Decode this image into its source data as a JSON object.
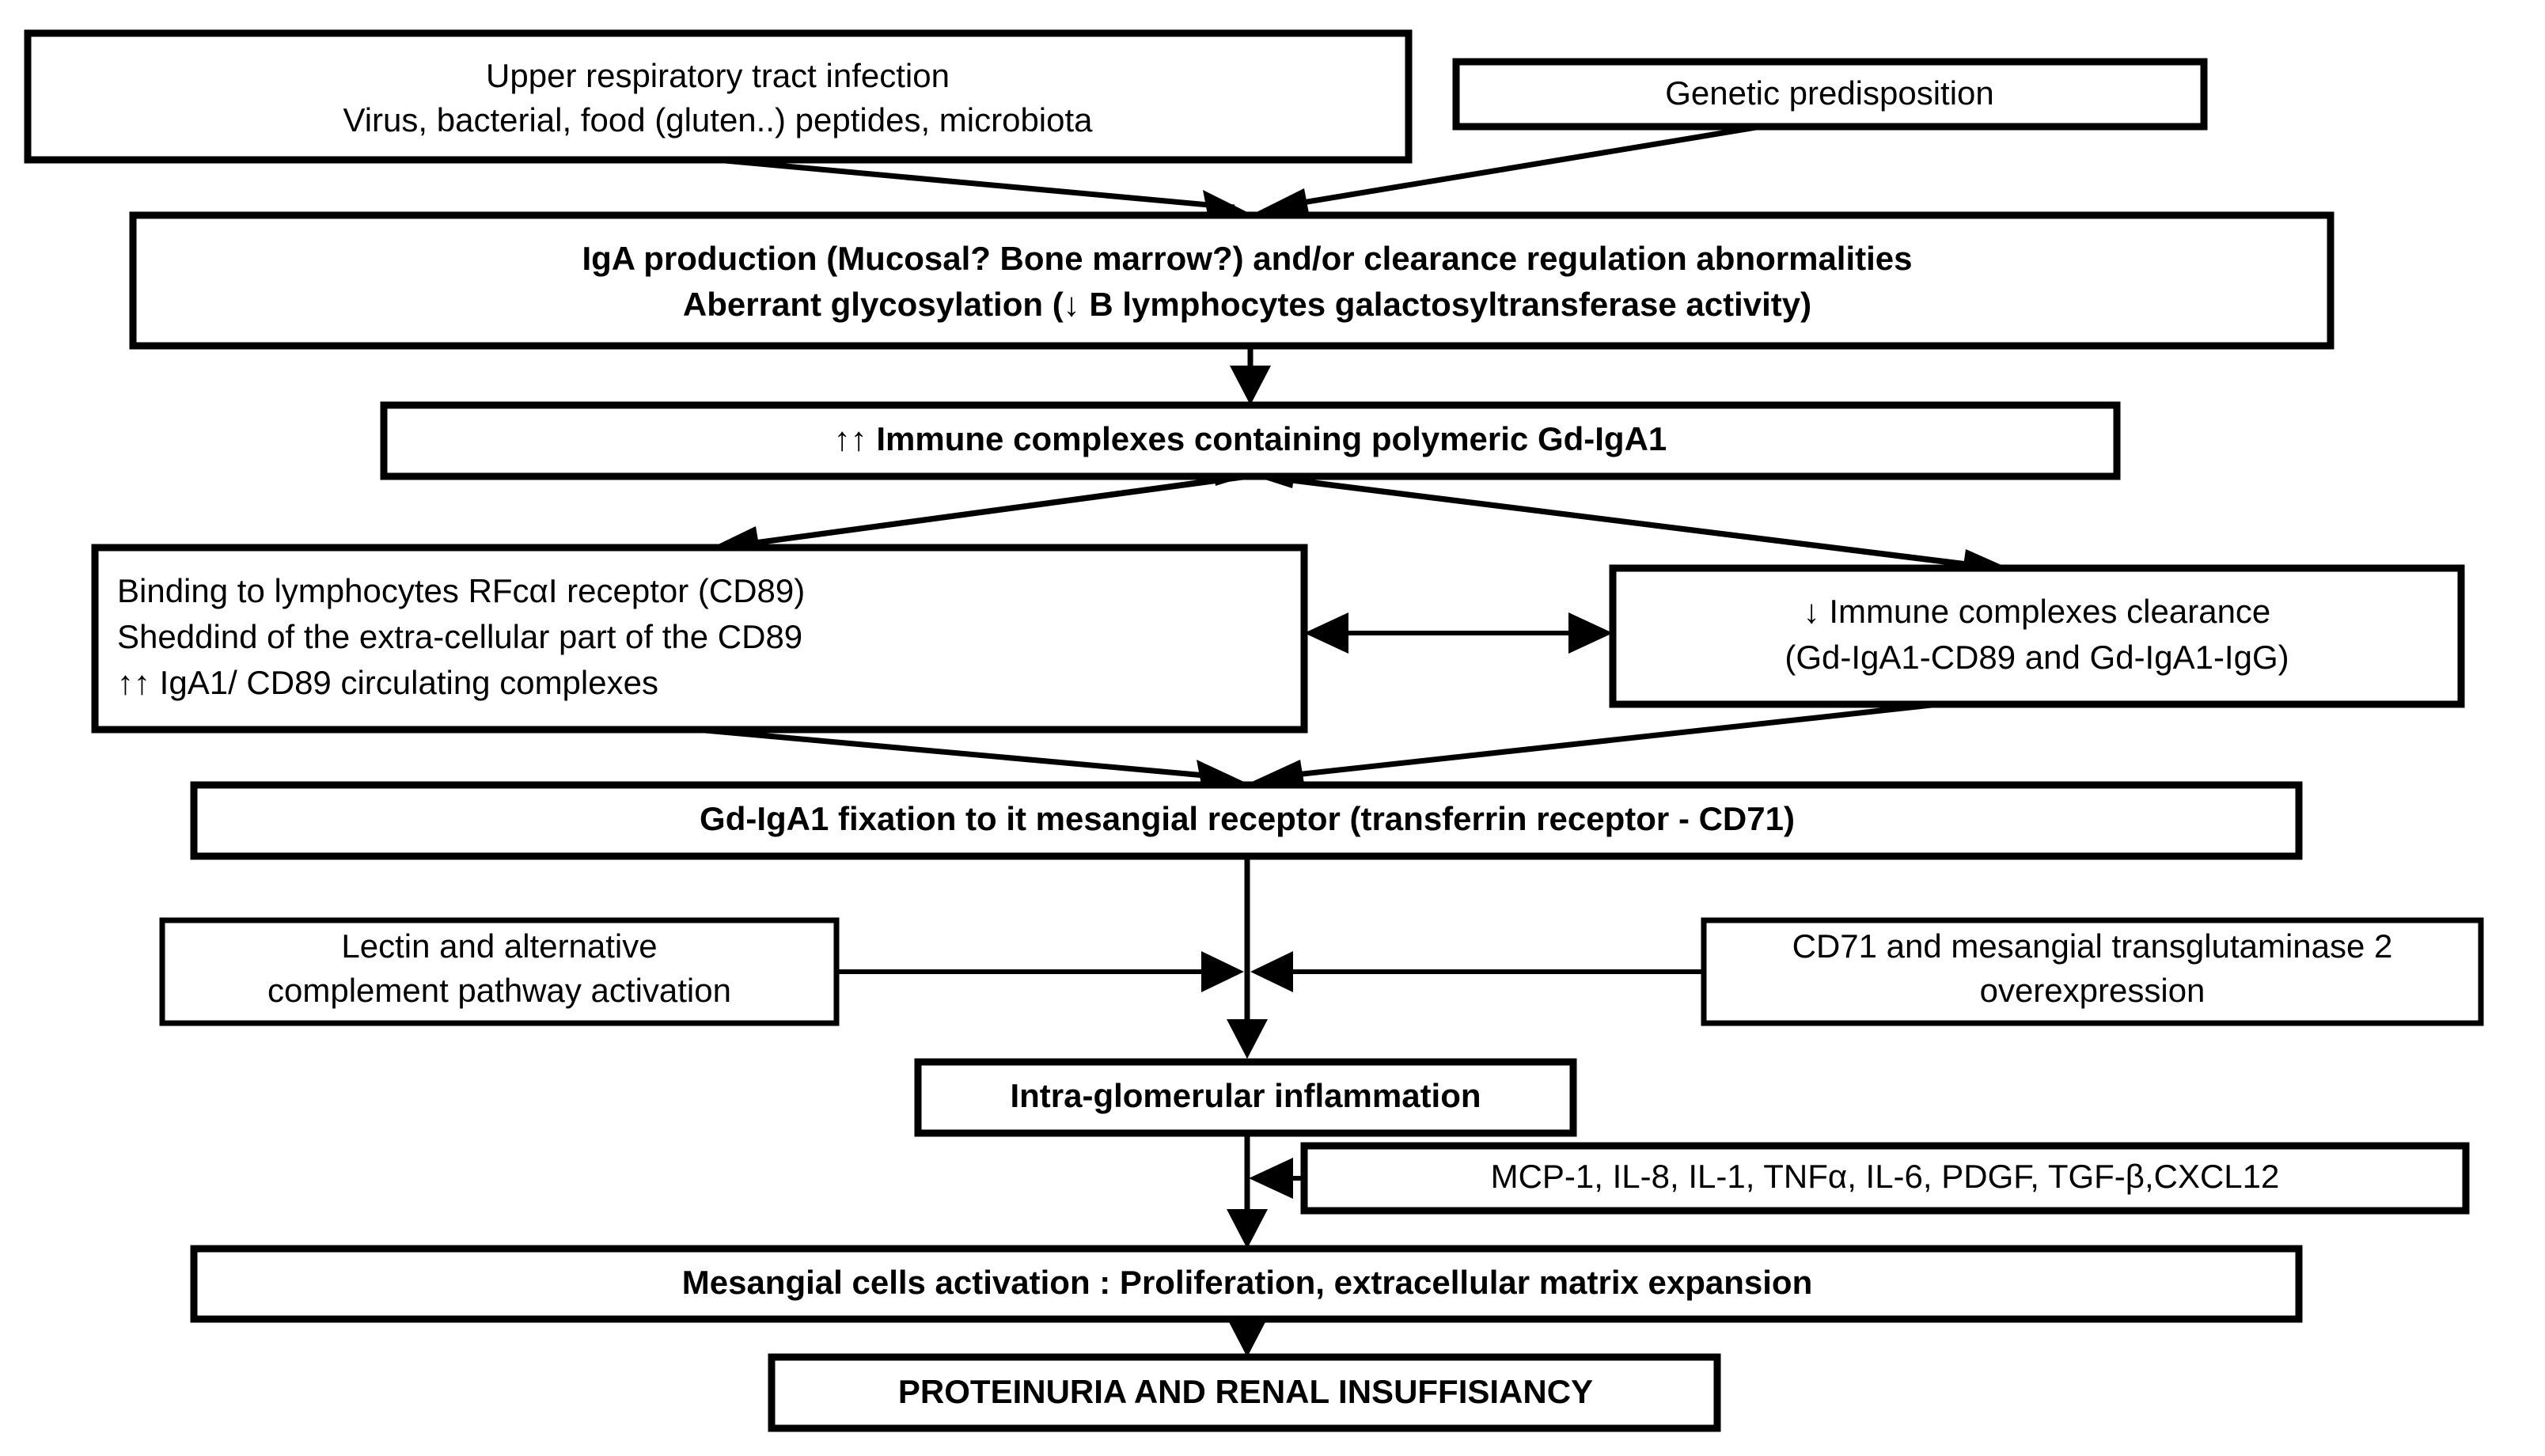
{
  "diagram": {
    "title": "IgA nephropathy pathophysiology flowchart",
    "colors": {
      "background": "#ffffff",
      "stroke": "#000000",
      "text": "#000000"
    },
    "nodes": [
      {
        "id": "urti",
        "name": "upper-respiratory-tract-infection-box",
        "bold": false,
        "lines": [
          "Upper respiratory tract infection",
          "Virus, bacterial, food (gluten..) peptides, microbiota"
        ]
      },
      {
        "id": "genetic",
        "name": "genetic-predisposition-box",
        "bold": false,
        "lines": [
          "Genetic predisposition"
        ]
      },
      {
        "id": "iga-production",
        "name": "iga-production-box",
        "bold": true,
        "lines": [
          "IgA production (Mucosal? Bone marrow?) and/or clearance regulation abnormalities",
          "Aberrant glycosylation (↓ B lymphocytes galactosyltransferase activity)"
        ]
      },
      {
        "id": "immune-complexes",
        "name": "immune-complexes-box",
        "bold": true,
        "lines": [
          "↑↑ Immune complexes containing polymeric Gd-IgA1"
        ]
      },
      {
        "id": "binding-cd89",
        "name": "binding-cd89-box",
        "bold": false,
        "align": "left",
        "lines": [
          "Binding to lymphocytes RFcαI receptor (CD89)",
          "Sheddind of the extra-cellular part of the CD89",
          "↑↑ IgA1/ CD89 circulating complexes"
        ]
      },
      {
        "id": "clearance",
        "name": "immune-complexes-clearance-box",
        "bold": false,
        "lines": [
          "↓   Immune complexes clearance",
          "(Gd-IgA1-CD89 and Gd-IgA1-IgG)"
        ]
      },
      {
        "id": "fixation",
        "name": "gd-iga1-fixation-box",
        "bold": true,
        "lines": [
          "Gd-IgA1 fixation to it mesangial receptor (transferrin receptor - CD71)"
        ]
      },
      {
        "id": "lectin",
        "name": "lectin-complement-pathway-box",
        "bold": false,
        "lines": [
          "Lectin and alternative",
          "complement pathway activation"
        ]
      },
      {
        "id": "cd71-tg2",
        "name": "cd71-transglutaminase-box",
        "bold": false,
        "lines": [
          "CD71 and mesangial transglutaminase 2",
          "overexpression"
        ]
      },
      {
        "id": "inflammation",
        "name": "intra-glomerular-inflammation-box",
        "bold": true,
        "lines": [
          "Intra-glomerular inflammation"
        ]
      },
      {
        "id": "cytokines",
        "name": "cytokines-list-box",
        "bold": false,
        "lines": [
          "MCP-1, IL-8, IL-1, TNFα, IL-6, PDGF, TGF-β,CXCL12"
        ]
      },
      {
        "id": "mesangial",
        "name": "mesangial-cells-activation-box",
        "bold": true,
        "lines": [
          "Mesangial cells activation : Proliferation, extracellular matrix expansion"
        ]
      },
      {
        "id": "outcome",
        "name": "proteinuria-renal-insufficiancy-box",
        "bold": true,
        "lines": [
          "PROTEINURIA AND RENAL INSUFFISIANCY"
        ]
      }
    ],
    "edges": [
      {
        "name": "edge-urti-to-iga-production",
        "from": "urti",
        "to": "iga-production"
      },
      {
        "name": "edge-genetic-to-iga-production",
        "from": "genetic",
        "to": "iga-production"
      },
      {
        "name": "edge-iga-production-to-immune-complexes",
        "from": "iga-production",
        "to": "immune-complexes"
      },
      {
        "name": "edge-immune-complexes-to-binding-cd89",
        "from": "immune-complexes",
        "to": "binding-cd89"
      },
      {
        "name": "edge-immune-complexes-to-clearance",
        "from": "immune-complexes",
        "to": "clearance"
      },
      {
        "name": "edge-binding-cd89-to-clearance-bidirectional",
        "from": "binding-cd89",
        "to": "clearance",
        "bidirectional": true
      },
      {
        "name": "edge-binding-cd89-to-fixation",
        "from": "binding-cd89",
        "to": "fixation"
      },
      {
        "name": "edge-clearance-to-fixation",
        "from": "clearance",
        "to": "fixation"
      },
      {
        "name": "edge-fixation-to-inflammation",
        "from": "fixation",
        "to": "inflammation"
      },
      {
        "name": "edge-lectin-to-trunk",
        "from": "lectin",
        "to": "fixation-trunk"
      },
      {
        "name": "edge-cd71-tg2-to-trunk",
        "from": "cd71-tg2",
        "to": "fixation-trunk"
      },
      {
        "name": "edge-inflammation-to-mesangial",
        "from": "inflammation",
        "to": "mesangial"
      },
      {
        "name": "edge-cytokines-to-trunk",
        "from": "cytokines",
        "to": "inflammation-trunk"
      },
      {
        "name": "edge-mesangial-to-outcome",
        "from": "mesangial",
        "to": "outcome"
      }
    ]
  }
}
